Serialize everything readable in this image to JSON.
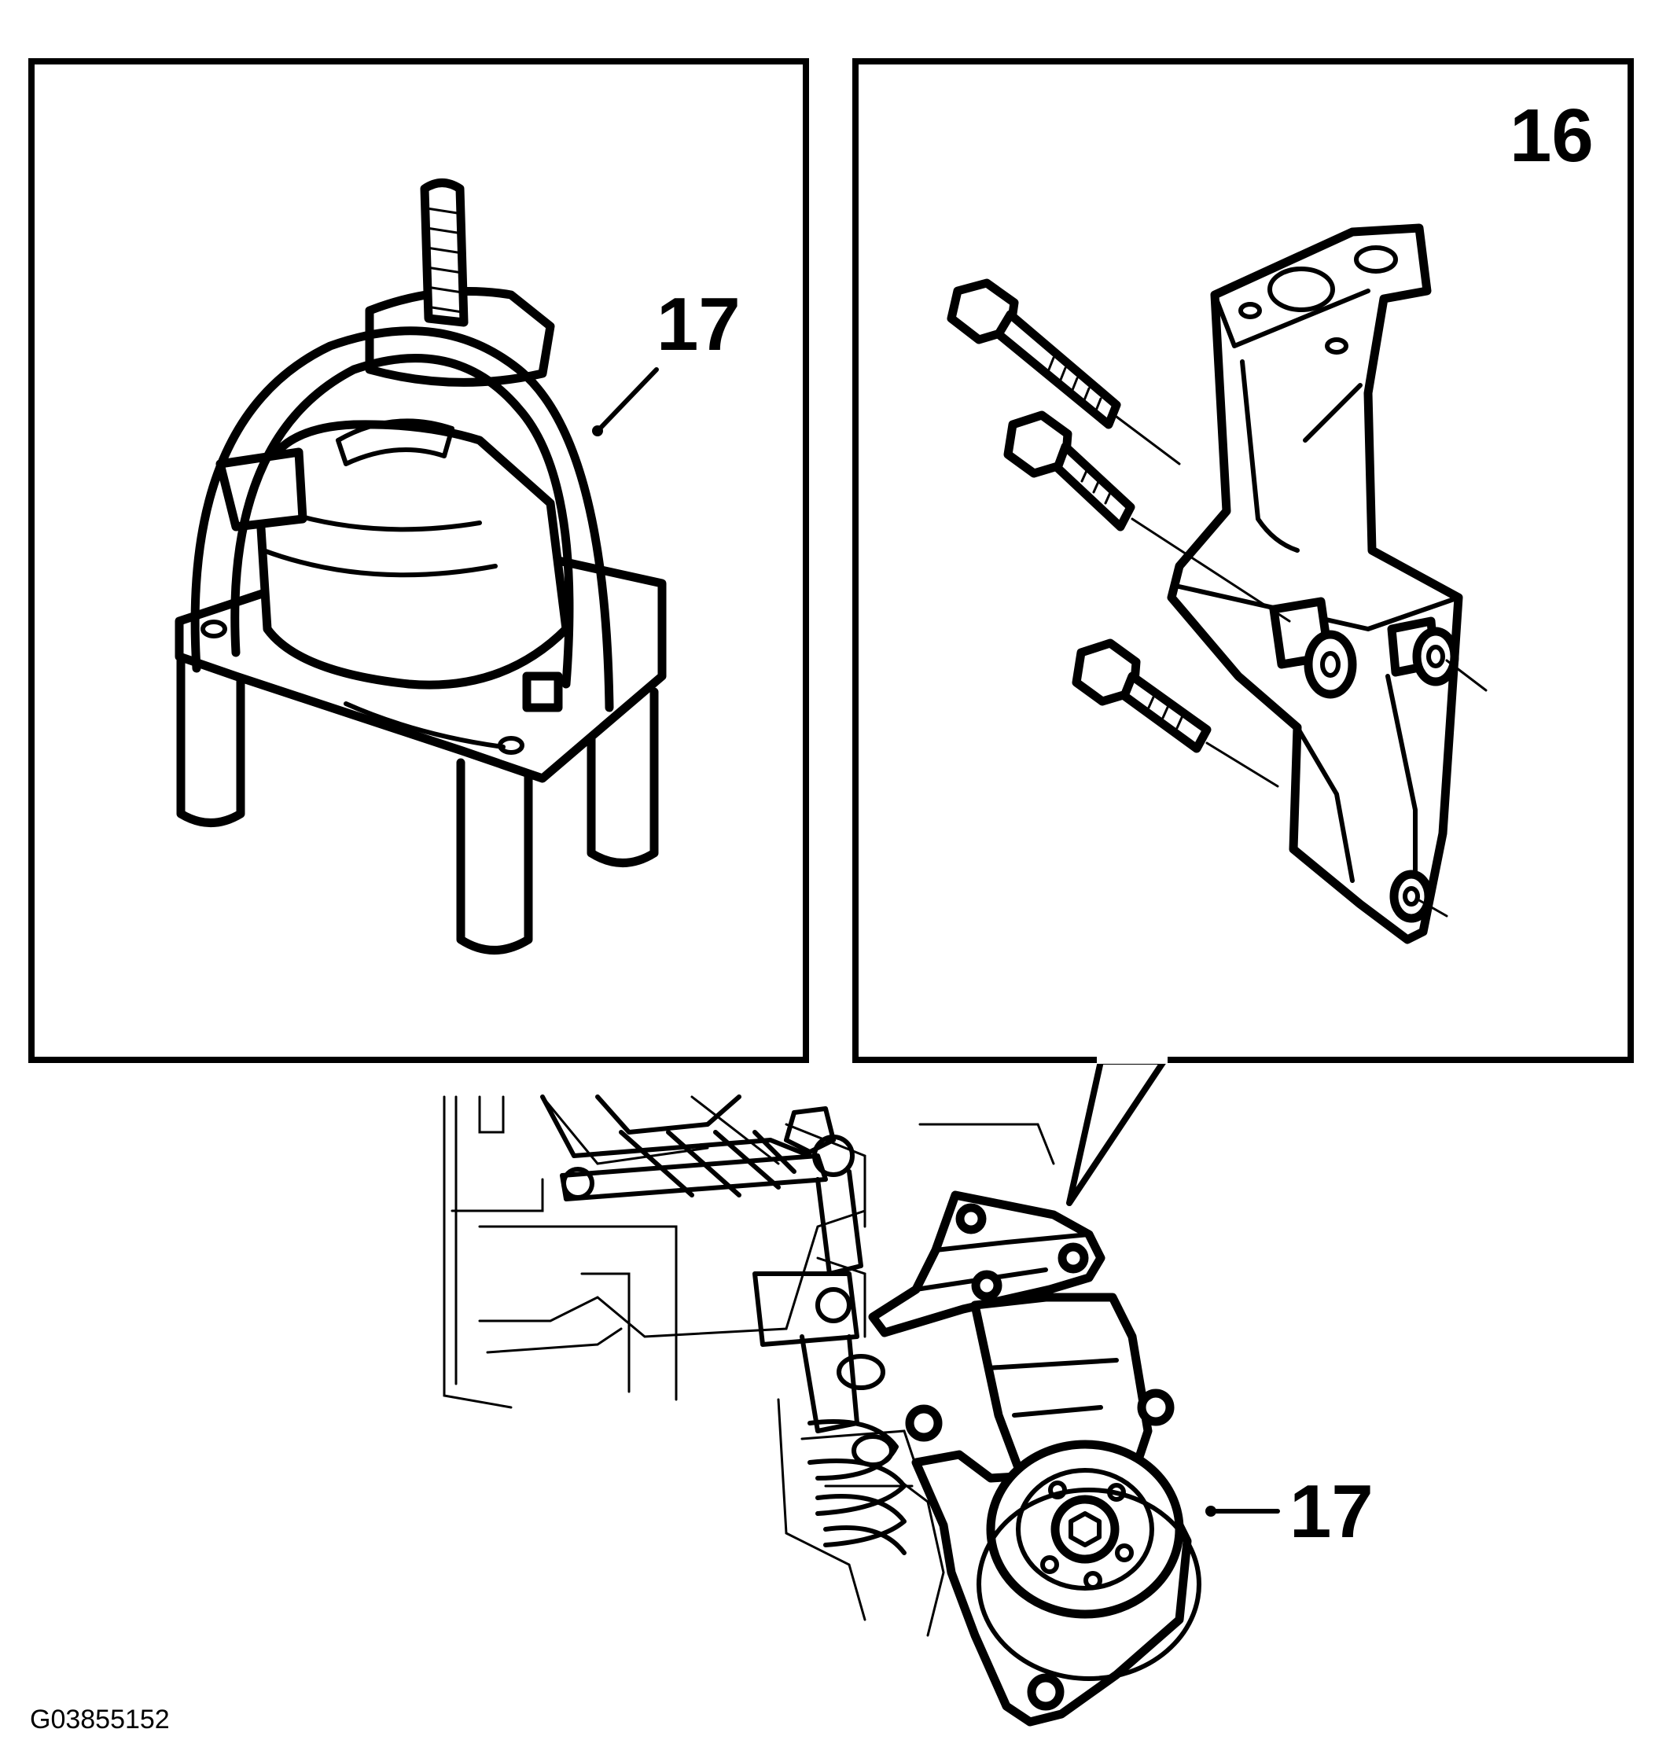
{
  "callouts": {
    "mount_top_left": "17",
    "bracket_top_right": "16",
    "mount_bottom": "17"
  },
  "figure_id": "G03855152",
  "colors": {
    "line": "#000000",
    "background": "#ffffff"
  }
}
